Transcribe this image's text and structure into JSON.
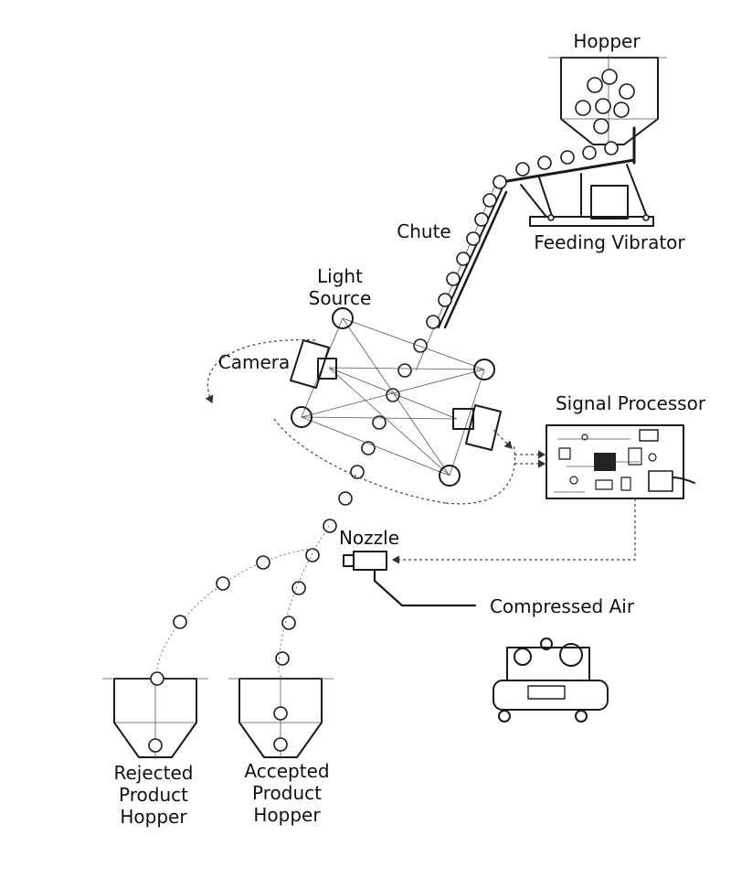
{
  "labels": {
    "hopper": "Hopper",
    "chute": "Chute",
    "feeding_vibrator": "Feeding Vibrator",
    "light_source_line1": "Light",
    "light_source_line2": "Source",
    "camera": "Camera",
    "signal_processor": "Signal Processor",
    "nozzle": "Nozzle",
    "compressed_air": "Compressed Air",
    "rejected_line1": "Rejected",
    "rejected_line2": "Product",
    "rejected_line3": "Hopper",
    "accepted_line1": "Accepted",
    "accepted_line2": "Product",
    "accepted_line3": "Hopper"
  }
}
